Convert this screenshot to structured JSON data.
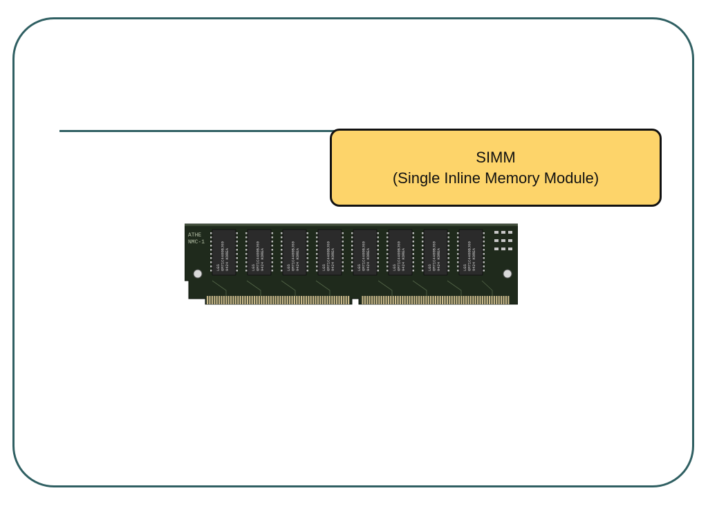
{
  "slide": {
    "callout": {
      "title": "SIMM",
      "subtitle": "(Single Inline Memory Module)"
    },
    "image": {
      "subject": "30-pin SIMM memory module photo",
      "chip_label_lines": [
        "LGS",
        "GM71C4400BJ60",
        "9424 KOREA"
      ],
      "silkscreen": [
        "ATHE",
        "NMC-1"
      ]
    },
    "colors": {
      "frame": "#2f5f62",
      "callout_fill": "#fdd46a",
      "pcb": "#1f2a1c",
      "chip": "#2b2b2b",
      "pins": "#c9b88a"
    }
  }
}
